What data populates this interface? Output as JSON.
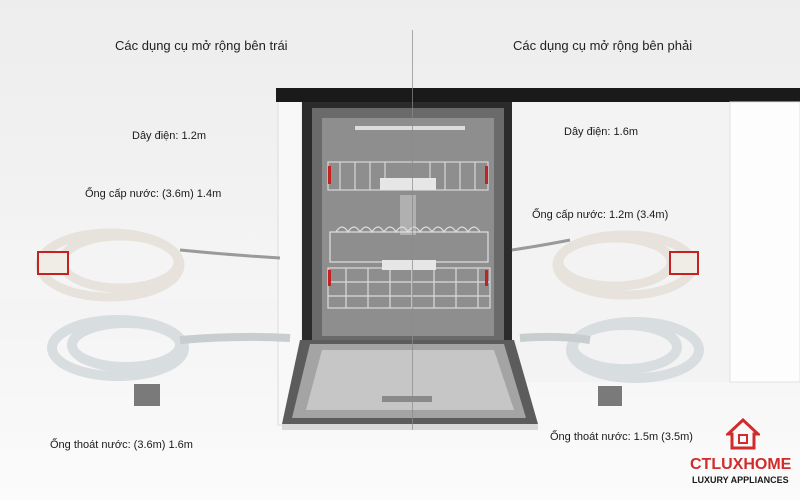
{
  "headings": {
    "left": "Các dụng cụ mở rộng bên trái",
    "right": "Các dụng cụ mở rộng bên phải"
  },
  "left_labels": {
    "power_cord": "Dây điện: 1.2m",
    "inlet_hose": "Ống cấp nước: (3.6m) 1.4m",
    "drain_hose": "Ống thoát nước: (3.6m) 1.6m"
  },
  "right_labels": {
    "power_cord": "Dây điện: 1.6m",
    "inlet_hose": "Ống cấp nước: 1.2m (3.4m)",
    "drain_hose": "Ống thoát nước: 1.5m (3.5m)"
  },
  "logo": {
    "brand": "CTLUXHOME",
    "tagline": "LUXURY APPLIANCES",
    "brand_color": "#d12b2b"
  },
  "icons": [
    "house-logo-icon"
  ]
}
